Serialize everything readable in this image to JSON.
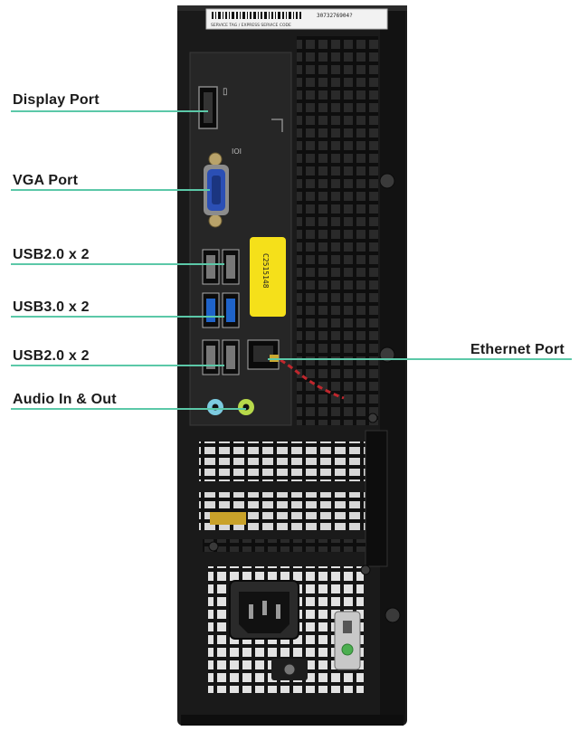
{
  "labels": {
    "display_port": "Display Port",
    "vga_port": "VGA Port",
    "usb20_top": "USB2.0 x 2",
    "usb30": "USB3.0 x 2",
    "usb20_bottom": "USB2.0 x 2",
    "audio": "Audio In & Out",
    "ethernet": "Ethernet Port"
  },
  "markings": {
    "serial_top": "3073276904?",
    "service_tag": "SERVICE TAG / EXPRESS SERVICE CODE",
    "sticker_code": "C2515148"
  },
  "colors": {
    "leader_line": "#5bc8a8",
    "chassis": "#1a1a1a",
    "usb3_blue": "#1f63c9",
    "audio_in": "#7ccbe0",
    "audio_out": "#b7d94a",
    "vga_blue": "#2b4fb5",
    "sticker_yellow": "#f5e01a"
  }
}
